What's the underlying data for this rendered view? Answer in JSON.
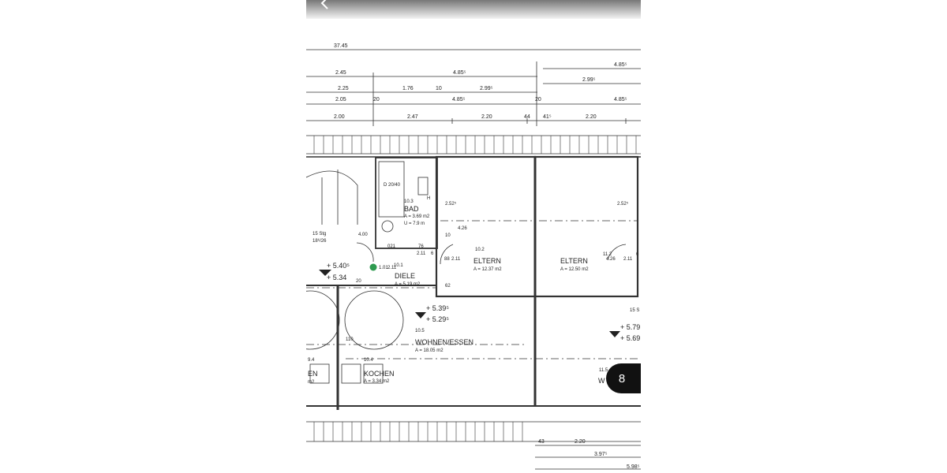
{
  "viewer": {
    "page_number": "8",
    "back_icon": "chevron-left-icon"
  },
  "plan": {
    "dims_top": {
      "r1": "37.45",
      "r2a": "4.85⁵",
      "r3a": "2.45",
      "r3b": "4.85⁵",
      "r4a": "2.99⁵",
      "r5a": "2.25",
      "r5b": "1.76",
      "r5c": "10",
      "r5d": "2.99⁵",
      "r6a": "2.05",
      "r6b": "20",
      "r6c": "4.85⁵",
      "r6d": "20",
      "r6e": "4.85⁵",
      "r7a": "2.00",
      "r7b": "2.47",
      "r7c": "2.20",
      "r7d": "44",
      "r7e": "41⁵",
      "r7f": "2.20"
    },
    "dims_bottom": {
      "b1a": "43",
      "b1b": "2.20",
      "b2": "3.97⁵",
      "b3": "5.98⁵"
    },
    "rooms": {
      "bad": {
        "num": "10.3",
        "name": "BAD",
        "area": "A = 3.69 m2",
        "u": "U = 7.9 m"
      },
      "diele": {
        "num": "10.1",
        "name": "DIELE",
        "area": "A = 5.19 m2"
      },
      "eltern1": {
        "num": "10.2",
        "name": "ELTERN",
        "area": "A = 12.37 m2"
      },
      "eltern2": {
        "num": "11.2",
        "name": "ELTERN",
        "area": "A = 12.50 m2"
      },
      "wohnen": {
        "num": "10.5",
        "name": "WOHNEN/ESSEN",
        "area": "A = 18.05 m2"
      },
      "kochen": {
        "num": "10.4",
        "name": "KOCHEN",
        "area": "A = 3.34 m2"
      },
      "left_kitchen": {
        "num": "9.4",
        "name": "EN",
        "area": "m2"
      },
      "right_room": {
        "num": "11.5",
        "name": "W"
      }
    },
    "levels": {
      "left_upper": "+ 5.40⁵",
      "left_lower": "+ 5.34",
      "center_upper": "+ 5.39⁵",
      "center_lower": "+ 5.29⁵",
      "right_upper": "+ 5.79",
      "right_lower": "+ 5.69"
    },
    "notes": {
      "stair": "15 Stg",
      "stair2": "18⁶/26",
      "shower": "D 20/40",
      "wc_h": "H",
      "v1": "4.00",
      "v2": "1.01",
      "v3": "2.11",
      "v4": "20",
      "d021": "021",
      "d76": "76",
      "d211": "2.11",
      "d6": "6",
      "e252": "2.52⁵",
      "e426": "4.26",
      "e10": "10",
      "e88": "88",
      "e211": "2.11",
      "e62": "62",
      "f252": "2.52⁵",
      "f426": "4.26",
      "f211": "2.11",
      "f6": "6",
      "k110": "110",
      "right15": "15 S"
    }
  }
}
